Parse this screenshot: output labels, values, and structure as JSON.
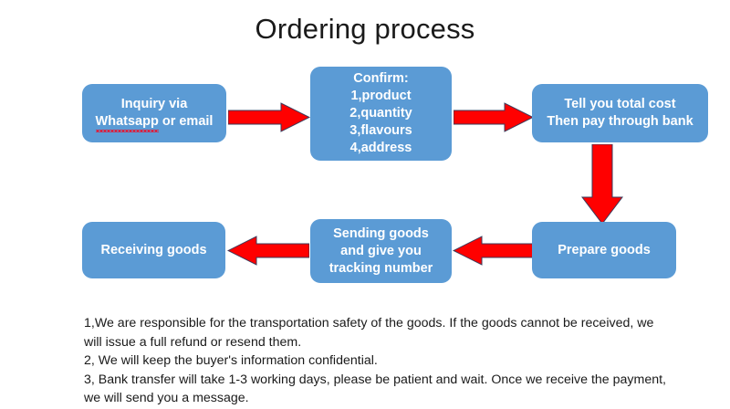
{
  "title": "Ordering process",
  "colors": {
    "box_fill": "#5B9BD5",
    "box_text": "#FFFFFF",
    "arrow_fill": "#FF0000",
    "arrow_outline": "#3A3A5A",
    "spellcheck_underline": "#E8112D",
    "page_background": "#FFFFFF",
    "body_text": "#1A1A1A"
  },
  "flow": {
    "steps": [
      {
        "id": "inquiry",
        "name": "inquiry-box",
        "lines": [
          "Inquiry via",
          "Whatsapp or email"
        ],
        "misspelled_word": "Whatsapp"
      },
      {
        "id": "confirm",
        "name": "confirm-box",
        "lines": [
          "Confirm:",
          "1,product",
          "2,quantity",
          "3,flavours",
          "4,address"
        ]
      },
      {
        "id": "total-cost",
        "name": "total-cost-box",
        "lines": [
          "Tell you total cost",
          "Then pay through bank"
        ]
      },
      {
        "id": "prepare",
        "name": "prepare-goods-box",
        "lines": [
          "Prepare goods"
        ]
      },
      {
        "id": "sending",
        "name": "sending-goods-box",
        "lines": [
          "Sending goods",
          "and give you",
          "tracking number"
        ]
      },
      {
        "id": "receiving",
        "name": "receiving-goods-box",
        "lines": [
          "Receiving goods"
        ]
      }
    ],
    "connectors": [
      {
        "id": "a1",
        "name": "arrow-inquiry-to-confirm",
        "direction": "right"
      },
      {
        "id": "a2",
        "name": "arrow-confirm-to-total-cost",
        "direction": "right"
      },
      {
        "id": "a3",
        "name": "arrow-total-cost-to-prepare",
        "direction": "down"
      },
      {
        "id": "a4",
        "name": "arrow-prepare-to-sending",
        "direction": "left"
      },
      {
        "id": "a5",
        "name": "arrow-sending-to-receiving",
        "direction": "left"
      }
    ]
  },
  "notes": [
    "1,We are responsible for the transportation safety of the goods. If the goods cannot be received, we will issue a full refund or resend them.",
    "2, We will keep the buyer's information confidential.",
    "3, Bank transfer will take 1-3 working days, please be patient and wait. Once we receive the payment, we will send you a message."
  ]
}
